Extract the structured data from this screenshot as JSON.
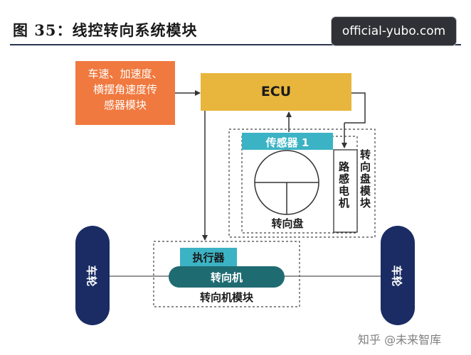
{
  "header": {
    "title": "图 35：线控转向系统模块"
  },
  "watermarks": {
    "top": "official-yubo.com",
    "bottom": "知乎 @未来智库"
  },
  "nodes": {
    "sensor_input": "车速、加速度、横摆角速度传感器模块",
    "sensor_input_lines": [
      "车速、加速度、",
      "横摆角速度传",
      "感器模块"
    ],
    "ecu": "ECU",
    "sensor1": "传感器 1",
    "road_motor": "路感电机",
    "steering_wheel_module": "转向盘模块",
    "steering_wheel": "转向盘",
    "actuator": "执行器",
    "steering_gear": "转向机",
    "steering_gear_module": "转向机模块",
    "wheel_left": "车轮",
    "wheel_right": "车轮"
  },
  "colors": {
    "sensor_input": "#f0793f",
    "ecu": "#e8b63c",
    "sensor1": "#3bb3c4",
    "actuator": "#3bb3c4",
    "steering_gear": "#1f6b72",
    "wheel": "#1a2c63",
    "arrow": "#333333"
  }
}
